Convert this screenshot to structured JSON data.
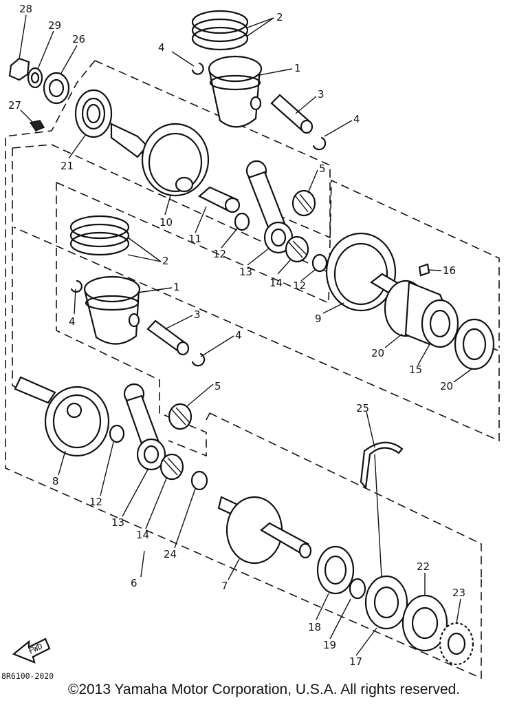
{
  "diagram": {
    "figure_code": "8R6100-2020",
    "fwd_label": "FWD",
    "callouts": [
      "28",
      "29",
      "26",
      "27",
      "21",
      "2",
      "4",
      "1",
      "3",
      "4",
      "10",
      "11",
      "12",
      "13",
      "5",
      "14",
      "12",
      "9",
      "16",
      "2",
      "1",
      "4",
      "3",
      "4",
      "20",
      "15",
      "20",
      "5",
      "25",
      "8",
      "12",
      "13",
      "14",
      "24",
      "6",
      "7",
      "18",
      "19",
      "17",
      "22",
      "23"
    ]
  },
  "footer": {
    "copyright": "©2013 Yamaha Motor Corporation, U.S.A. All rights reserved."
  }
}
